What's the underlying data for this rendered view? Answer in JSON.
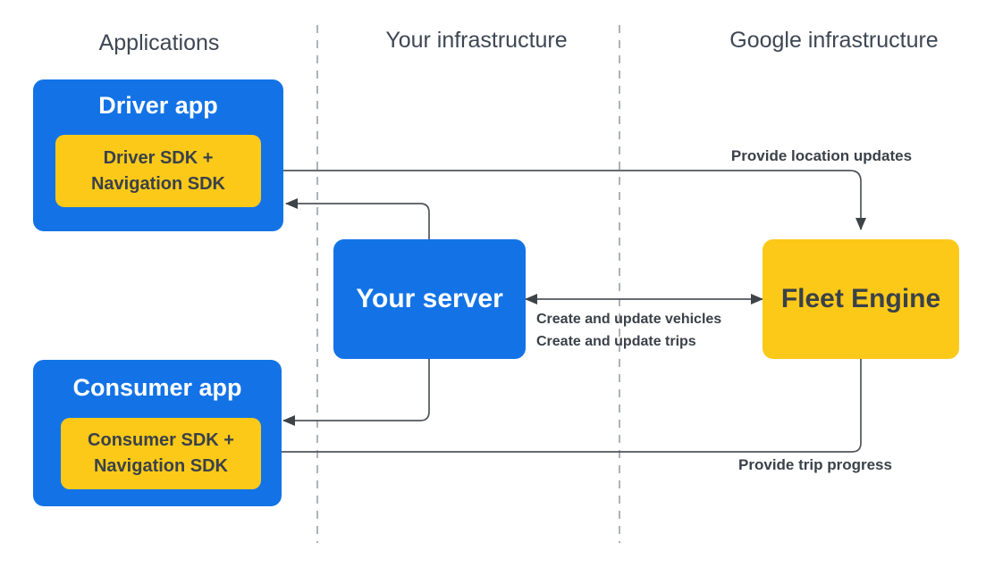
{
  "diagram": {
    "columns": [
      {
        "label": "Applications"
      },
      {
        "label": "Your infrastructure"
      },
      {
        "label": "Google infrastructure"
      }
    ],
    "nodes": {
      "driver_app": {
        "label": "Driver app"
      },
      "driver_sdk": {
        "line1": "Driver SDK +",
        "line2": "Navigation SDK"
      },
      "your_server": {
        "label": "Your server"
      },
      "fleet_engine": {
        "label": "Fleet Engine"
      },
      "consumer_app": {
        "label": "Consumer app"
      },
      "consumer_sdk": {
        "line1": "Consumer SDK +",
        "line2": "Navigation SDK"
      }
    },
    "edges": {
      "driver_sdk_to_fleet_engine": {
        "label": "Provide location updates",
        "from": "driver_sdk",
        "to": "fleet_engine",
        "direction": "one-way"
      },
      "your_server_to_driver_app": {
        "label": "",
        "from": "your_server",
        "to": "driver_app",
        "direction": "one-way"
      },
      "your_server_fleet_engine": {
        "label_line1": "Create and update vehicles",
        "label_line2": "Create and update trips",
        "from": "your_server",
        "to": "fleet_engine",
        "direction": "two-way"
      },
      "your_server_to_consumer_app": {
        "label": "",
        "from": "your_server",
        "to": "consumer_app",
        "direction": "one-way"
      },
      "fleet_engine_to_consumer_sdk": {
        "label": "Provide trip progress",
        "from": "fleet_engine",
        "to": "consumer_sdk",
        "direction": "one-way"
      }
    },
    "colors": {
      "node_blue": "#1373E6",
      "node_yellow": "#FCC919",
      "text_dark": "#3A4149",
      "text_light": "#FFFFFF",
      "header_text": "#3E4754",
      "connector": "#50555B",
      "connector_head": "#3E4348",
      "divider": "#9AA0A6",
      "background": "#FFFFFF"
    }
  }
}
